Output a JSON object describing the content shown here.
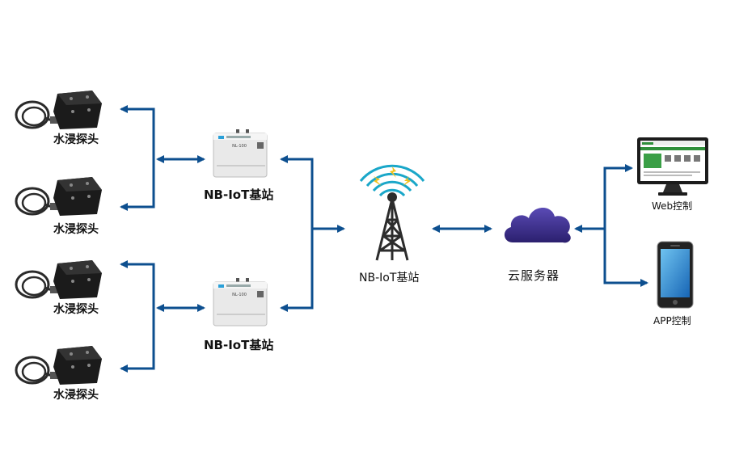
{
  "colors": {
    "arrow": "#0d4f8f",
    "sensor_body": "#1b1b1b",
    "cable": "#2a2a2a",
    "gateway_body": "#e9e9e9",
    "cloud": "#3d2f8a",
    "tower": "#2c2c2c",
    "signal_ring": "#1aa7c9",
    "spark": "#f2c21b"
  },
  "sensors": [
    {
      "label": "水浸探头",
      "icon": "water-immersion-sensor-icon"
    },
    {
      "label": "水浸探头",
      "icon": "water-immersion-sensor-icon"
    },
    {
      "label": "水浸探头",
      "icon": "water-immersion-sensor-icon"
    },
    {
      "label": "水浸探头",
      "icon": "water-immersion-sensor-icon"
    }
  ],
  "gateways": [
    {
      "label": "NB-IoT基站",
      "device_text": "NL-100",
      "icon": "gateway-device-icon"
    },
    {
      "label": "NB-IoT基站",
      "device_text": "NL-100",
      "icon": "gateway-device-icon"
    }
  ],
  "tower": {
    "label": "NB-IoT基站",
    "icon": "radio-tower-icon"
  },
  "cloud": {
    "label": "云服务器",
    "icon": "cloud-icon"
  },
  "clients": [
    {
      "label": "Web控制",
      "icon": "desktop-monitor-icon"
    },
    {
      "label": "APP控制",
      "icon": "smartphone-icon"
    }
  ]
}
